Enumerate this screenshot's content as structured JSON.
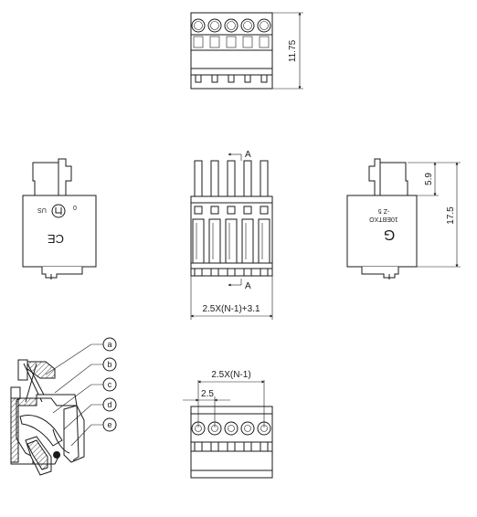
{
  "dimensions": {
    "top_height": "11.75",
    "front_width": "2.5X(N-1)+3.1",
    "right_upper": "5.9",
    "right_total": "17.5",
    "bottom_span": "2.5X(N-1)",
    "bottom_pitch": "2.5"
  },
  "section": {
    "top_label": "A",
    "bottom_label": "A"
  },
  "callouts": [
    "a",
    "b",
    "c",
    "d",
    "e"
  ],
  "markings": {
    "ul_text": "US",
    "ul_zero": "0",
    "ce": "CE",
    "right_code1": "10EBTXO",
    "right_code2": "-Z 5",
    "right_g": "G"
  },
  "pins": 5
}
